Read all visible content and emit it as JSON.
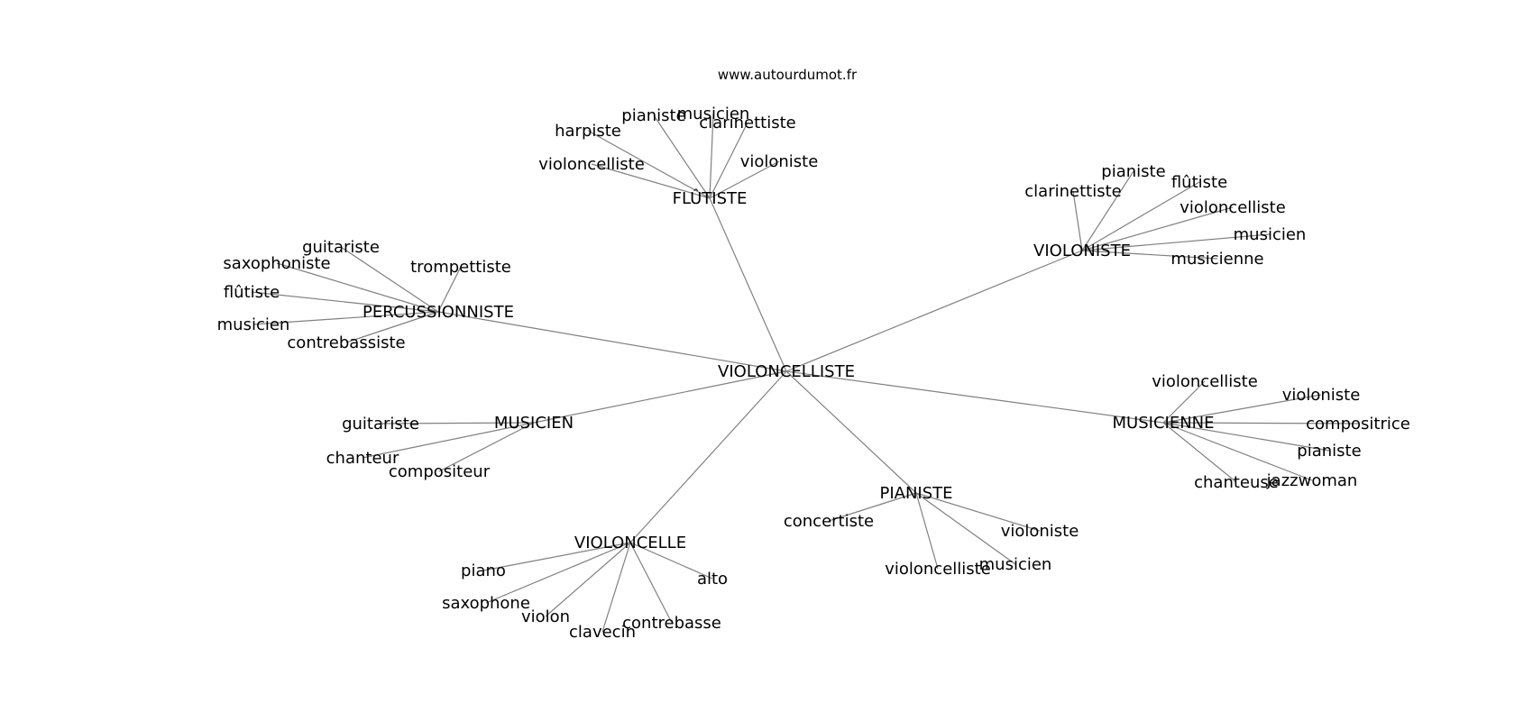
{
  "site": "www.autourdumot.fr",
  "center": "VIOLONCELLISTE",
  "hubs": [
    {
      "id": "flutiste",
      "label": "FLÛTISTE",
      "leaves": [
        "violoncelliste",
        "harpiste",
        "pianiste",
        "musicien",
        "clarinettiste",
        "violoniste"
      ]
    },
    {
      "id": "violoniste",
      "label": "VIOLONISTE",
      "leaves": [
        "clarinettiste",
        "pianiste",
        "flûtiste",
        "violoncelliste",
        "musicien",
        "musicienne"
      ]
    },
    {
      "id": "percussionniste",
      "label": "PERCUSSIONNISTE",
      "leaves": [
        "guitariste",
        "saxophoniste",
        "trompettiste",
        "flûtiste",
        "musicien",
        "contrebassiste"
      ]
    },
    {
      "id": "musicien",
      "label": "MUSICIEN",
      "leaves": [
        "guitariste",
        "chanteur",
        "compositeur"
      ]
    },
    {
      "id": "musicienne",
      "label": "MUSICIENNE",
      "leaves": [
        "violoncelliste",
        "violoniste",
        "compositrice",
        "pianiste",
        "chanteuse",
        "jazzwoman"
      ]
    },
    {
      "id": "pianiste",
      "label": "PIANISTE",
      "leaves": [
        "concertiste",
        "violoniste",
        "violoncelliste",
        "musicien"
      ]
    },
    {
      "id": "violoncelle",
      "label": "VIOLONCELLE",
      "leaves": [
        "piano",
        "saxophone",
        "violon",
        "clavecin",
        "contrebasse",
        "alto"
      ]
    }
  ]
}
